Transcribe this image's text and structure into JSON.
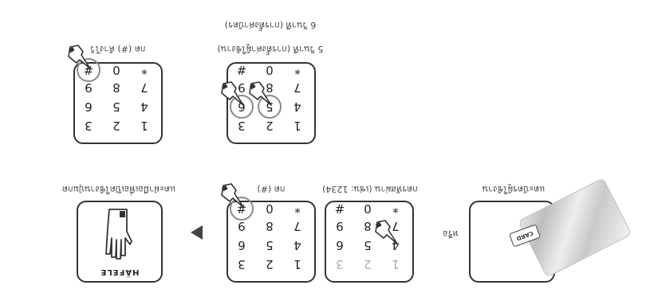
{
  "steps": {
    "step1": {
      "caption": "แตะฝ่ามือเพื่อเปิดใช้งานปุ่มกด",
      "brand": "HÄFELE"
    },
    "step2": {
      "caption": "กด (#)"
    },
    "step3": {
      "caption": "กดรหัสผ่าน (เช่น: 1234)"
    },
    "step4": {
      "caption": "แตะบัตรผู้ใช้งาน",
      "card_label": "CARD"
    },
    "step5": {
      "caption_lines": [
        "กด (#) ค้างไว้",
        "5 วินาที (การตั้งค่าผู้ใช้งาน)",
        "6 วินาที (การตั้งค่าบัตร)"
      ]
    }
  },
  "between_label": "หรือ",
  "keypad": {
    "rows": [
      [
        "1",
        "2",
        "3"
      ],
      [
        "4",
        "5",
        "6"
      ],
      [
        "7",
        "8",
        "9"
      ],
      [
        "*",
        "0",
        "#"
      ]
    ]
  }
}
